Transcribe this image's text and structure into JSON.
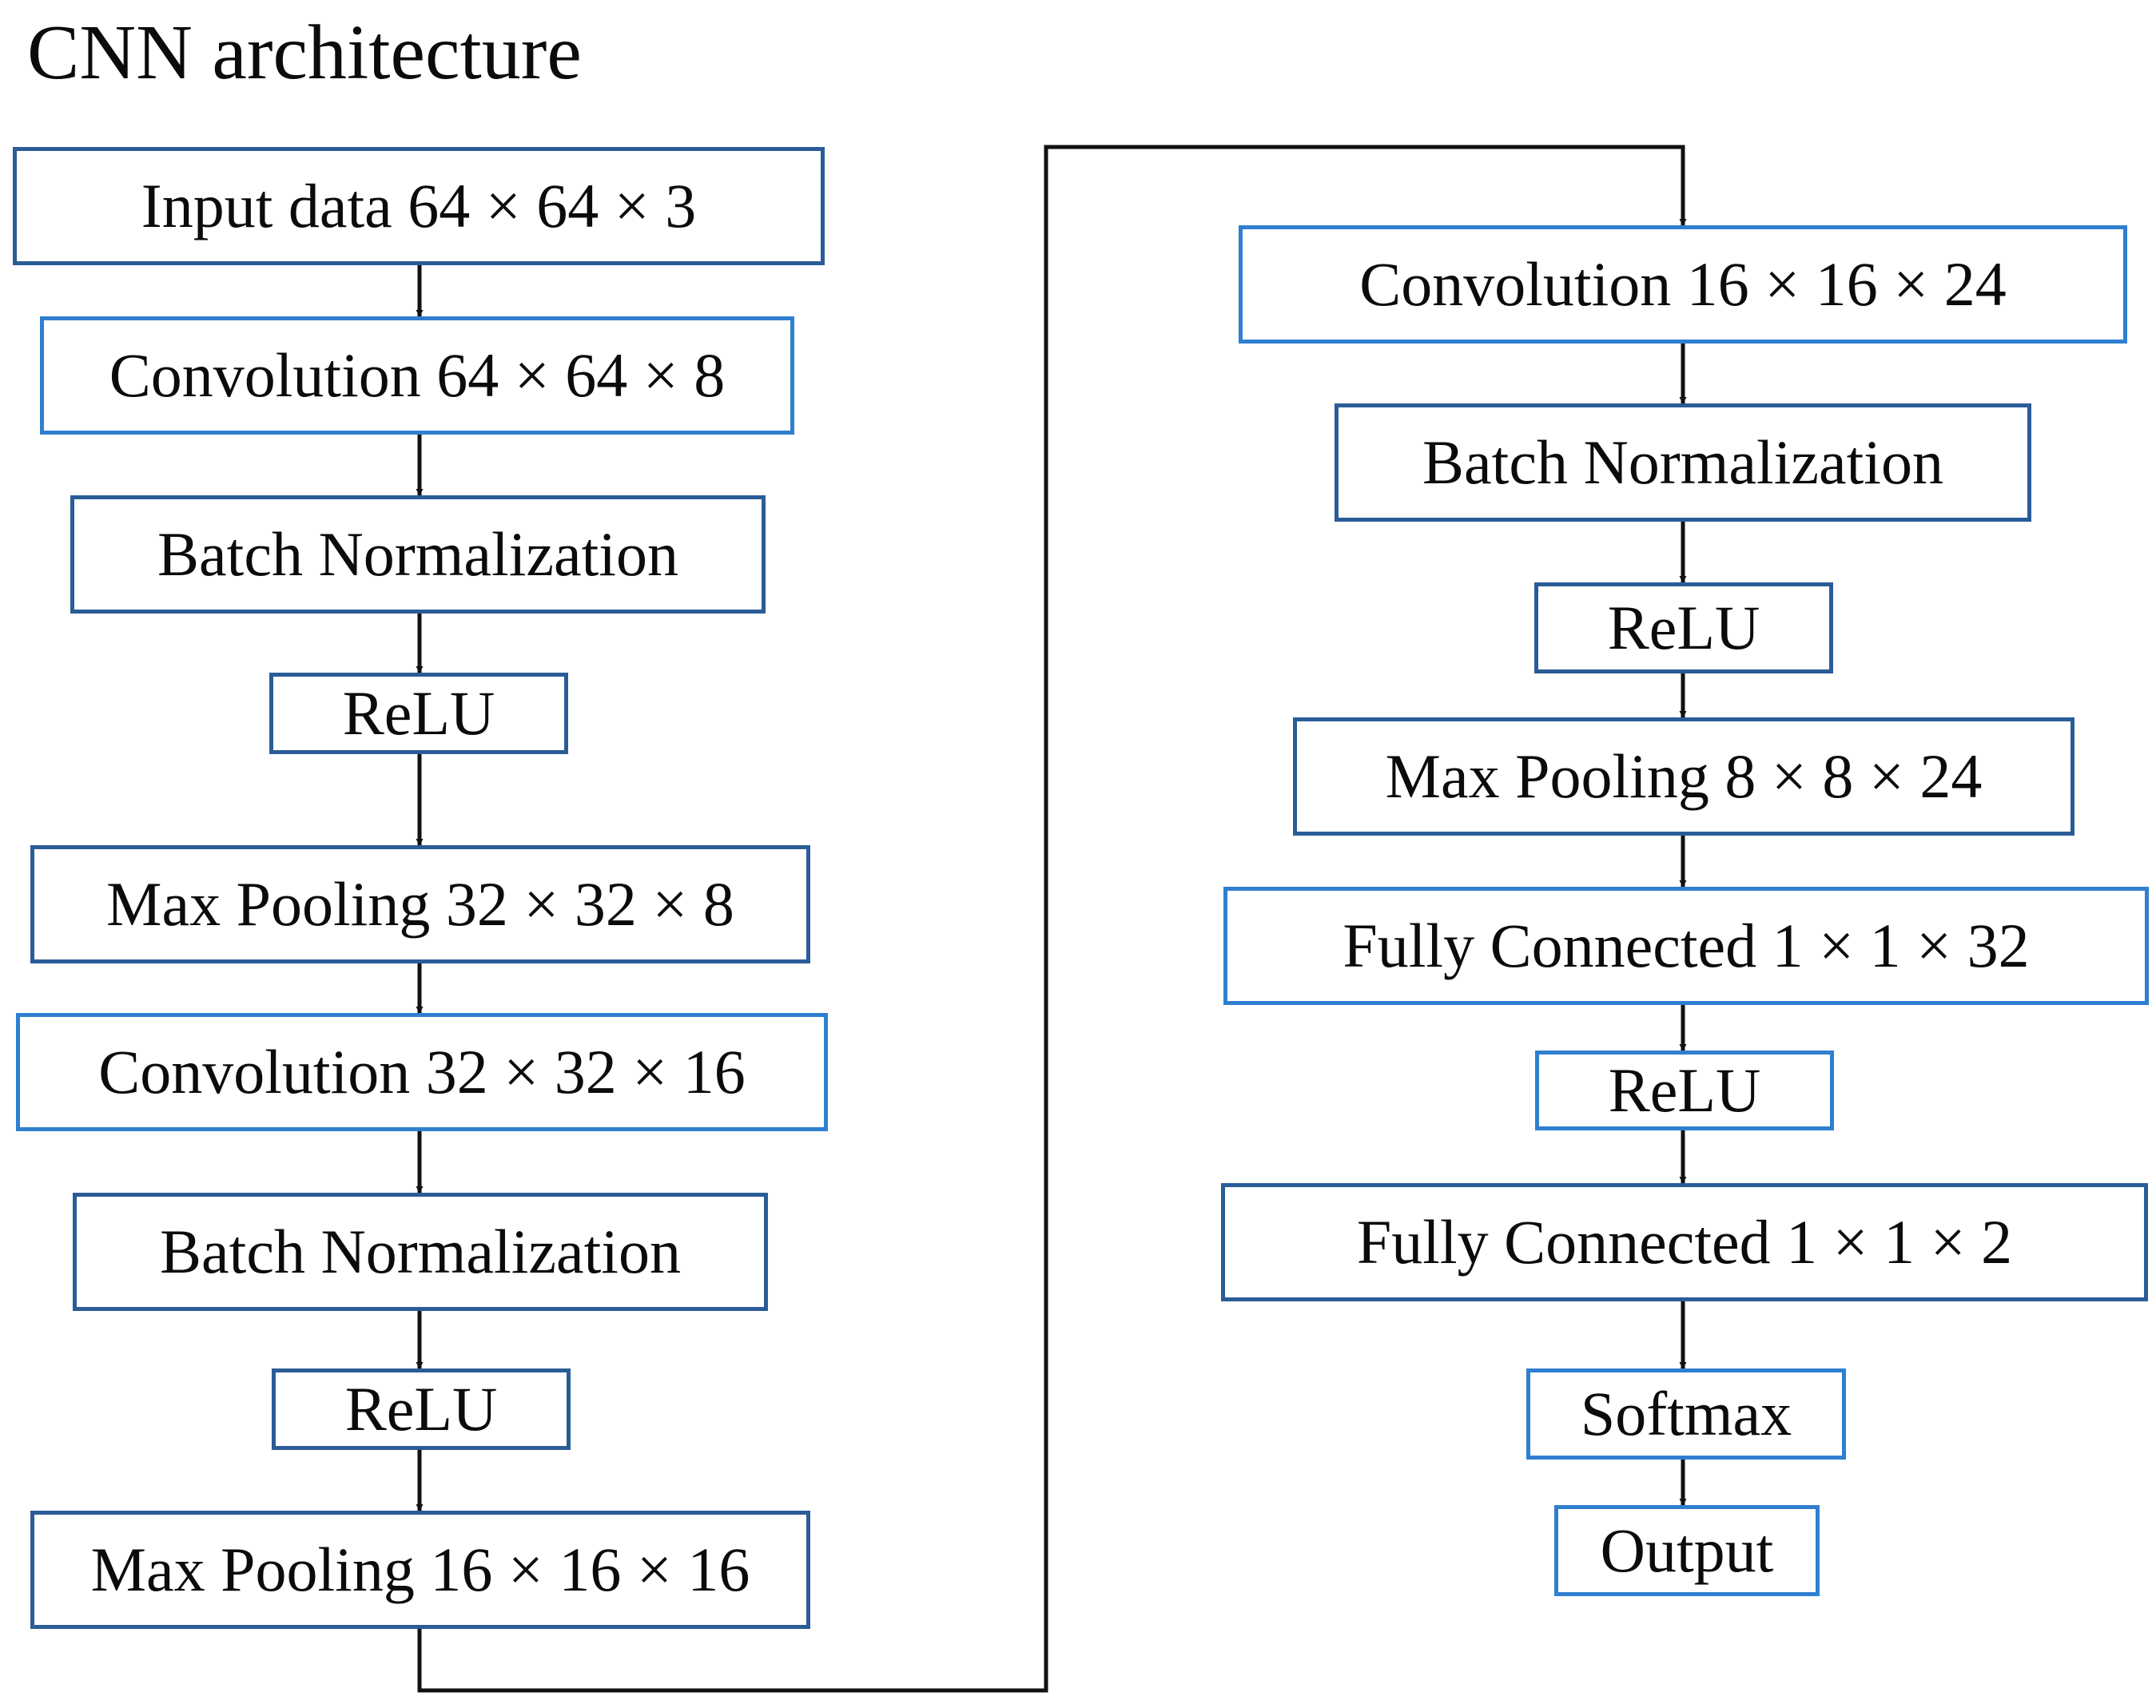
{
  "title": "CNN architecture",
  "left_column": [
    {
      "label": "Input data 64 × 64 × 3"
    },
    {
      "label": "Convolution 64 × 64 × 8"
    },
    {
      "label": "Batch Normalization"
    },
    {
      "label": "ReLU"
    },
    {
      "label": "Max Pooling 32 × 32 × 8"
    },
    {
      "label": "Convolution 32 × 32 × 16"
    },
    {
      "label": "Batch Normalization"
    },
    {
      "label": "ReLU"
    },
    {
      "label": "Max Pooling 16 × 16 × 16"
    }
  ],
  "right_column": [
    {
      "label": "Convolution 16 × 16 × 24"
    },
    {
      "label": "Batch Normalization"
    },
    {
      "label": "ReLU"
    },
    {
      "label": "Max Pooling 8 × 8 × 24"
    },
    {
      "label": "Fully Connected 1 × 1 × 32"
    },
    {
      "label": "ReLU"
    },
    {
      "label": "Fully Connected 1 × 1 × 2"
    },
    {
      "label": "Softmax"
    },
    {
      "label": "Output"
    }
  ],
  "colors": {
    "box_border": "#2a5c97",
    "box_border_light": "#2f7fd0",
    "line": "#111111",
    "text": "#0b0b0b"
  }
}
